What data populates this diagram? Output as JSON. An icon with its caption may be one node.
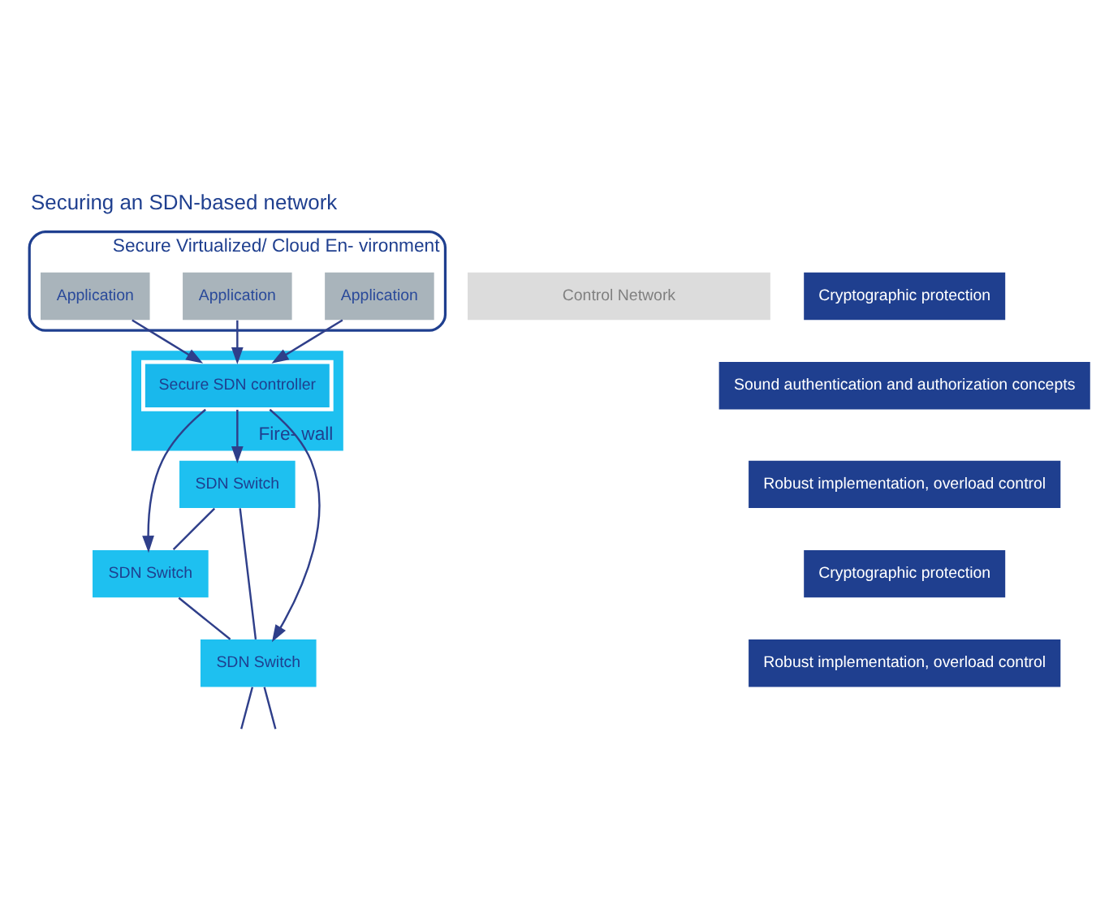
{
  "diagram": {
    "title": "Securing an SDN-based network",
    "nodes": [
      {
        "text": [
          "Secure Virtualized/ Cloud En- vironment"
        ]
      },
      {
        "text": [
          "Application"
        ],
        "in": 0
      },
      {
        "text": [
          "Application"
        ],
        "in": 0
      },
      {
        "text": [
          "Application"
        ],
        "in": 0
      },
      {
        "text": [
          "Fire- wall"
        ]
      },
      {
        "text": [
          "Secure SDN controller"
        ],
        "in": 4
      },
      {
        "text": [
          "Control Network"
        ]
      },
      {
        "text": [
          "SDN Switch"
        ]
      },
      {
        "text": [
          "SDN Switch"
        ]
      },
      {
        "text": [
          "SDN Switch"
        ]
      },
      {
        "text": [
          "Cryptographic protection"
        ]
      },
      {
        "text": [
          "Sound authentication and authorization concepts"
        ]
      },
      {
        "text": [
          "Robust implementation, overload control"
        ]
      },
      {
        "text": [
          "Cryptographic protection"
        ]
      },
      {
        "text": [
          "Robust implementation, overload control"
        ]
      }
    ],
    "edges": [
      {
        "from": 1,
        "to": 5,
        "arrow": "to"
      },
      {
        "from": 2,
        "to": 5,
        "arrow": "to"
      },
      {
        "from": 3,
        "to": 5,
        "arrow": "to"
      },
      {
        "from": 5,
        "to": 7,
        "arrow": "to"
      },
      {
        "from": 5,
        "to": 8,
        "arrow": "to"
      },
      {
        "from": 5,
        "to": 9,
        "arrow": "to"
      },
      {
        "from": 7,
        "to": 8,
        "arrow": "none"
      },
      {
        "from": 7,
        "to": 9,
        "arrow": "none"
      },
      {
        "from": 8,
        "to": 9,
        "arrow": "none"
      },
      {
        "from": 9,
        "to": null,
        "arrow": "none"
      },
      {
        "from": 9,
        "to": null,
        "arrow": "none"
      }
    ]
  }
}
